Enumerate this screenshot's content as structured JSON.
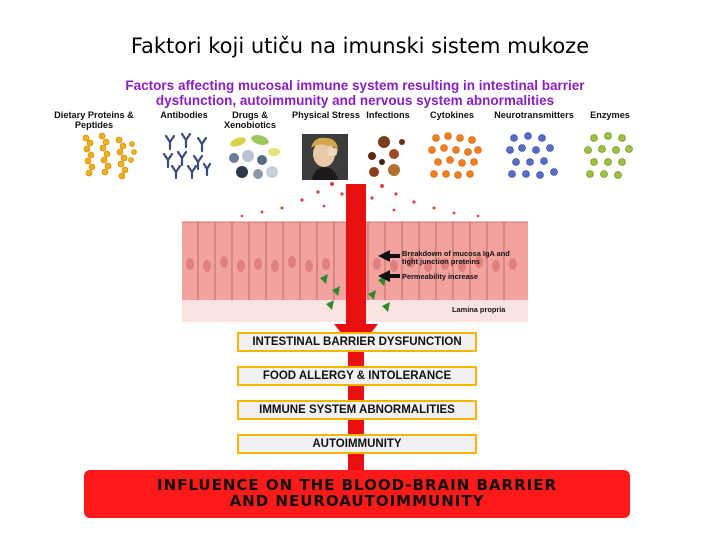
{
  "slide_title": "Faktori koji utiču na imunski sistem mukoze",
  "figure_title": {
    "line1": "Factors affecting mucosal immune system resulting in intestinal barrier",
    "line2": "dysfunction, autoimmunity and nervous system abnormalities"
  },
  "factors": [
    {
      "label": "Dietary Proteins & Peptides",
      "icon": "peptide-chain-icon"
    },
    {
      "label": "Antibodies",
      "icon": "antibody-icon"
    },
    {
      "label": "Drugs & Xenobiotics",
      "icon": "pills-icon"
    },
    {
      "label": "Physical Stress",
      "icon": "stressed-person-icon"
    },
    {
      "label": "Infections",
      "icon": "microbe-icon"
    },
    {
      "label": "Cytokines",
      "icon": "cytokine-icon"
    },
    {
      "label": "Neurotransmitters",
      "icon": "neurotransmitter-icon"
    },
    {
      "label": "Enzymes",
      "icon": "enzyme-icon"
    }
  ],
  "epithelium_annotations": {
    "breakdown": "Breakdown of mucosa IgA and tight junction proteins",
    "permeability": "Permeability increase",
    "lamina": "Lamina propria"
  },
  "outcome_boxes": [
    "INTESTINAL BARRIER DYSFUNCTION",
    "FOOD ALLERGY & INTOLERANCE",
    "IMMUNE SYSTEM ABNORMALITIES",
    "AUTOIMMUNITY"
  ],
  "final_outcome": {
    "line1": "INFLUENCE ON THE BLOOD-BRAIN BARRIER",
    "line2": "AND NEUROAUTOIMMUNITY"
  },
  "colors": {
    "title_purple": "#8a1fc0",
    "arrow_red": "#e81010",
    "box_border": "#f7b400",
    "final_red": "#ff1a1a",
    "epithelium_pink": "#f2a3a0"
  }
}
